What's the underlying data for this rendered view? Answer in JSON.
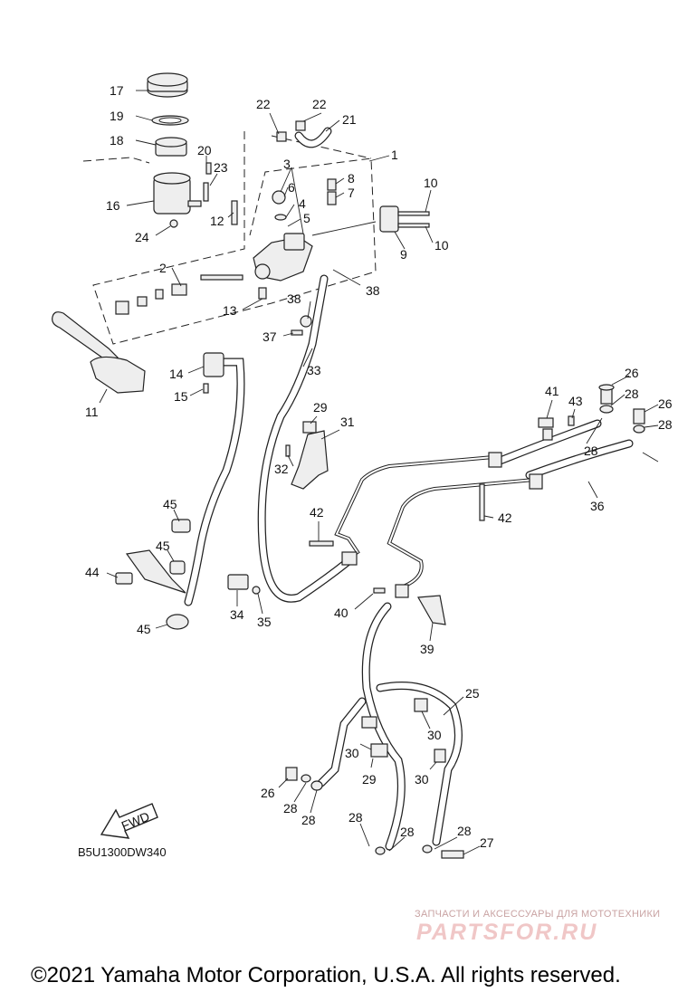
{
  "diagram": {
    "code": "B5U1300DW340",
    "fwd_label": "FWD",
    "callouts": [
      "17",
      "19",
      "18",
      "20",
      "23",
      "16",
      "24",
      "12",
      "22",
      "22",
      "21",
      "1",
      "3",
      "6",
      "4",
      "5",
      "8",
      "7",
      "10",
      "10",
      "9",
      "2",
      "13",
      "38",
      "37",
      "38",
      "33",
      "11",
      "14",
      "15",
      "29",
      "31",
      "32",
      "41",
      "43",
      "26",
      "28",
      "26",
      "28",
      "28",
      "36",
      "42",
      "42",
      "45",
      "45",
      "44",
      "45",
      "34",
      "35",
      "40",
      "39",
      "25",
      "30",
      "30",
      "29",
      "30",
      "26",
      "28",
      "28",
      "28",
      "28",
      "28",
      "27"
    ]
  },
  "watermark": {
    "tagline": "ЗАПЧАСТИ И АКСЕССУАРЫ ДЛЯ МОТОТЕХНИКИ",
    "brand": "PARTSFOR.RU"
  },
  "copyright": "©2021 Yamaha Motor Corporation, U.S.A. All rights reserved."
}
